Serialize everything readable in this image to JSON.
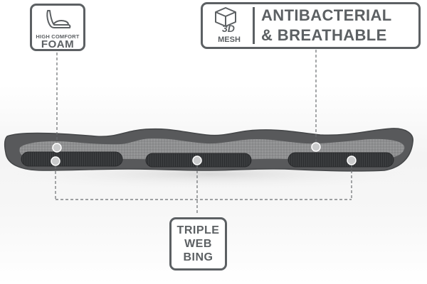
{
  "foam_badge": {
    "icon": "reclining-seat-icon",
    "small_text": "HIGH COMFORT",
    "big_text": "FOAM"
  },
  "mesh_badge": {
    "icon": "3d-cube-icon",
    "icon_label_top": "3D",
    "icon_label_bottom": "MESH",
    "line1": "ANTIBACTERIAL",
    "line2": "& BREATHABLE"
  },
  "webbing_badge": {
    "line1": "TRIPLE",
    "line2": "WEB",
    "line3": "BING"
  },
  "colors": {
    "badge": "#5c6063",
    "foam_outer": "#555759",
    "mesh": "#8d8e8f",
    "strap": "#3b3d3f"
  }
}
